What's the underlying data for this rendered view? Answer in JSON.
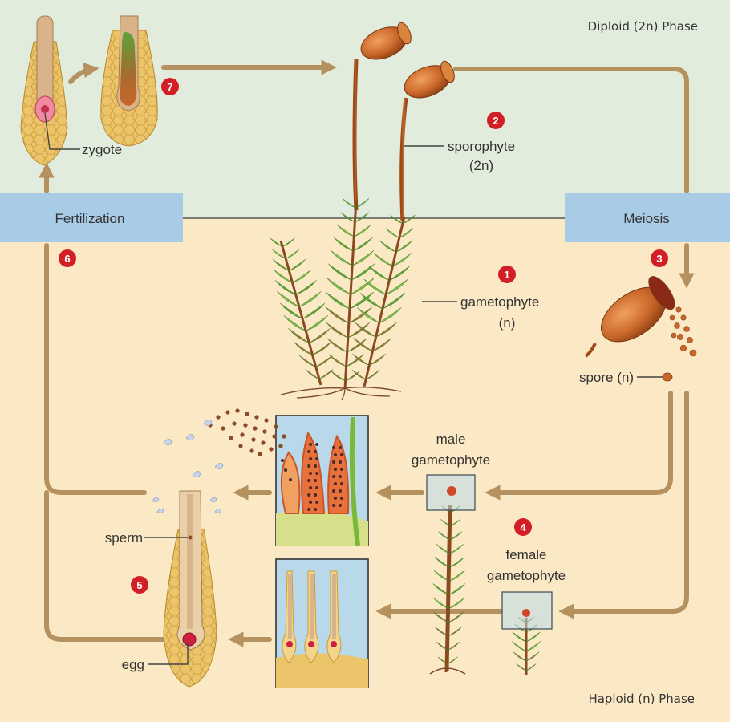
{
  "phases": {
    "diploid": {
      "label": "Diploid (2n) Phase",
      "bg": "#e2ecdc"
    },
    "haploid": {
      "label": "Haploid (n) Phase",
      "bg": "#fbe9c5"
    }
  },
  "process_boxes": {
    "fertilization": "Fertilization",
    "meiosis": "Meiosis",
    "box_color": "#a8cbe6"
  },
  "labels": {
    "zygote": "zygote",
    "sporophyte": "sporophyte",
    "sporophyte_ploidy": "(2n)",
    "gametophyte": "gametophyte",
    "gametophyte_ploidy": "(n)",
    "spore": "spore (n)",
    "male_gametophyte_line1": "male",
    "male_gametophyte_line2": "gametophyte",
    "female_gametophyte_line1": "female",
    "female_gametophyte_line2": "gametophyte",
    "sperm": "sperm",
    "egg": "egg"
  },
  "steps": [
    "1",
    "2",
    "3",
    "4",
    "5",
    "6",
    "7"
  ],
  "colors": {
    "arrow": "#b4915e",
    "step_badge": "#d21f26",
    "leaf_green": "#5fa83a",
    "capsule": "#c9672a",
    "tissue": "#ecc46a"
  }
}
